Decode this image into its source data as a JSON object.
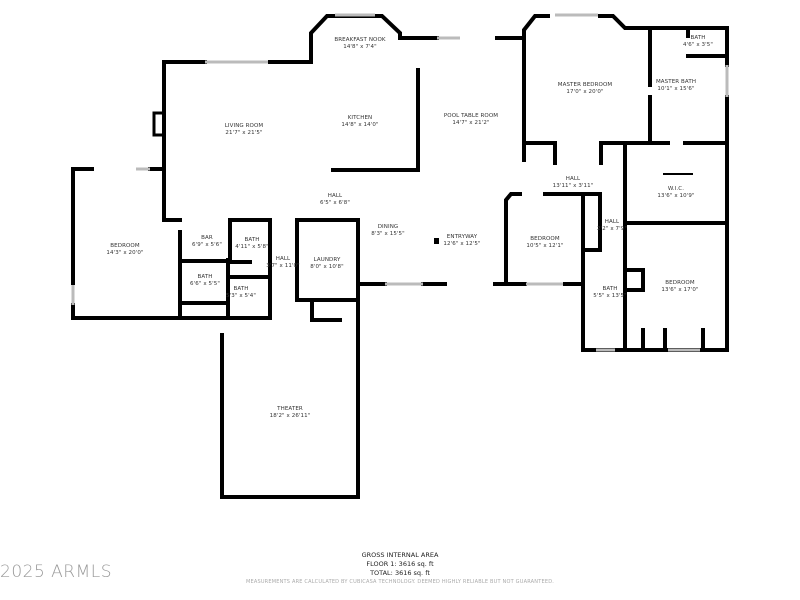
{
  "rooms": [
    {
      "name": "BREAKFAST NOOK",
      "dims": "14'8\" x 7'4\""
    },
    {
      "name": "LIVING ROOM",
      "dims": "21'7\" x 21'5\""
    },
    {
      "name": "KITCHEN",
      "dims": "14'8\" x 14'0\""
    },
    {
      "name": "POOL TABLE ROOM",
      "dims": "14'7\" x 21'2\""
    },
    {
      "name": "MASTER BEDROOM",
      "dims": "17'0\" x 20'0\""
    },
    {
      "name": "MASTER BATH",
      "dims": "10'1\" x 15'6\""
    },
    {
      "name": "BATH",
      "dims": "4'6\" x 3'5\""
    },
    {
      "name": "BEDROOM",
      "dims": "14'3\" x 20'0\""
    },
    {
      "name": "BAR",
      "dims": "6'9\" x 5'6\""
    },
    {
      "name": "BATH",
      "dims": "4'11\" x 5'8\""
    },
    {
      "name": "HALL",
      "dims": "3'7\" x 11'0\""
    },
    {
      "name": "LAUNDRY",
      "dims": "8'0\" x 10'8\""
    },
    {
      "name": "HALL",
      "dims": "6'5\" x 6'8\""
    },
    {
      "name": "DINING",
      "dims": "8'3\" x 15'5\""
    },
    {
      "name": "ENTRYWAY",
      "dims": "12'6\" x 12'5\""
    },
    {
      "name": "BEDROOM",
      "dims": "10'5\" x 12'1\""
    },
    {
      "name": "HALL",
      "dims": "13'11\" x 3'11\""
    },
    {
      "name": "W.I.C.",
      "dims": "13'6\" x 10'9\""
    },
    {
      "name": "HALL",
      "dims": "2'2\" x 7'9\""
    },
    {
      "name": "BEDROOM",
      "dims": "13'6\" x 17'0\""
    },
    {
      "name": "BATH",
      "dims": "5'5\" x 13'5\""
    },
    {
      "name": "BATH",
      "dims": "6'6\" x 5'5\""
    },
    {
      "name": "BATH",
      "dims": "5'3\" x 5'4\""
    },
    {
      "name": "THEATER",
      "dims": "18'2\" x 26'11\""
    }
  ],
  "footer": {
    "title": "GROSS INTERNAL AREA",
    "floor": "FLOOR 1: 3616 sq. ft",
    "total": "TOTAL: 3616 sq. ft",
    "disclaimer": "MEASUREMENTS ARE CALCULATED BY CUBICASA TECHNOLOGY. DEEMED HIGHLY RELIABLE BUT NOT GUARANTEED."
  },
  "watermark": "2025 ARMLS",
  "colors": {
    "wall": "#000000",
    "window": "#cccccc",
    "text": "#333333"
  }
}
